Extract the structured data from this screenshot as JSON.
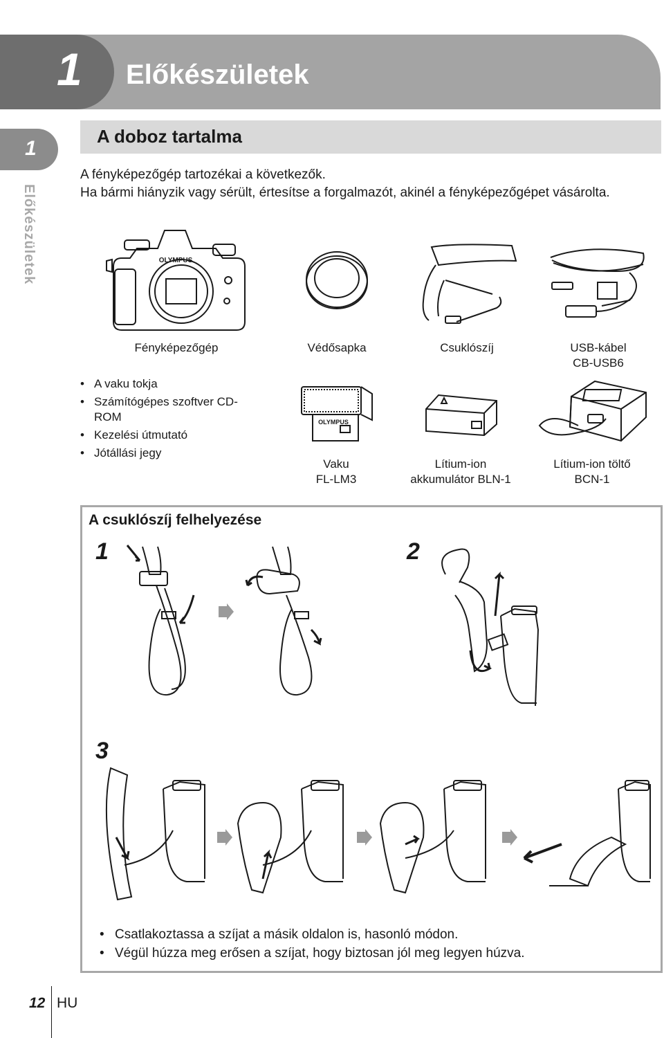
{
  "chapter": {
    "number": "1",
    "title": "Előkészületek"
  },
  "side_tab": {
    "number": "1",
    "label": "Előkészületek"
  },
  "section": {
    "title": "A doboz tartalma",
    "intro": [
      "A fényképezőgép tartozékai a következők.",
      "Ha bármi hiányzik vagy sérült, értesítse a forgalmazót, akinél a fényképezőgépet vásárolta."
    ]
  },
  "items": [
    {
      "line1": "Fényképezőgép",
      "line2": ""
    },
    {
      "line1": "Védősapka",
      "line2": ""
    },
    {
      "line1": "Csuklószíj",
      "line2": ""
    },
    {
      "line1": "USB-kábel",
      "line2": "CB-USB6"
    },
    {
      "line1": "Vaku",
      "line2": "FL-LM3"
    },
    {
      "line1": "Lítium-ion",
      "line2": "akkumulátor BLN-1"
    },
    {
      "line1": "Lítium-ion töltő",
      "line2": "BCN-1"
    }
  ],
  "illustration_text": {
    "camera_brand": "OLYMPUS",
    "flash_brand": "OLYMPUS"
  },
  "extras": [
    "A vaku tokja",
    "Számítógépes szoftver CD-ROM",
    "Kezelési útmutató",
    "Jótállási jegy"
  ],
  "strap": {
    "title": "A csuklószíj felhelyezése",
    "steps": [
      "1",
      "2",
      "3"
    ],
    "notes": [
      "Csatlakoztassa a szíjat a másik oldalon is, hasonló módon.",
      "Végül húzza meg erősen a szíjat, hogy biztosan jól meg legyen húzva."
    ]
  },
  "footer": {
    "page": "12",
    "lang": "HU"
  }
}
